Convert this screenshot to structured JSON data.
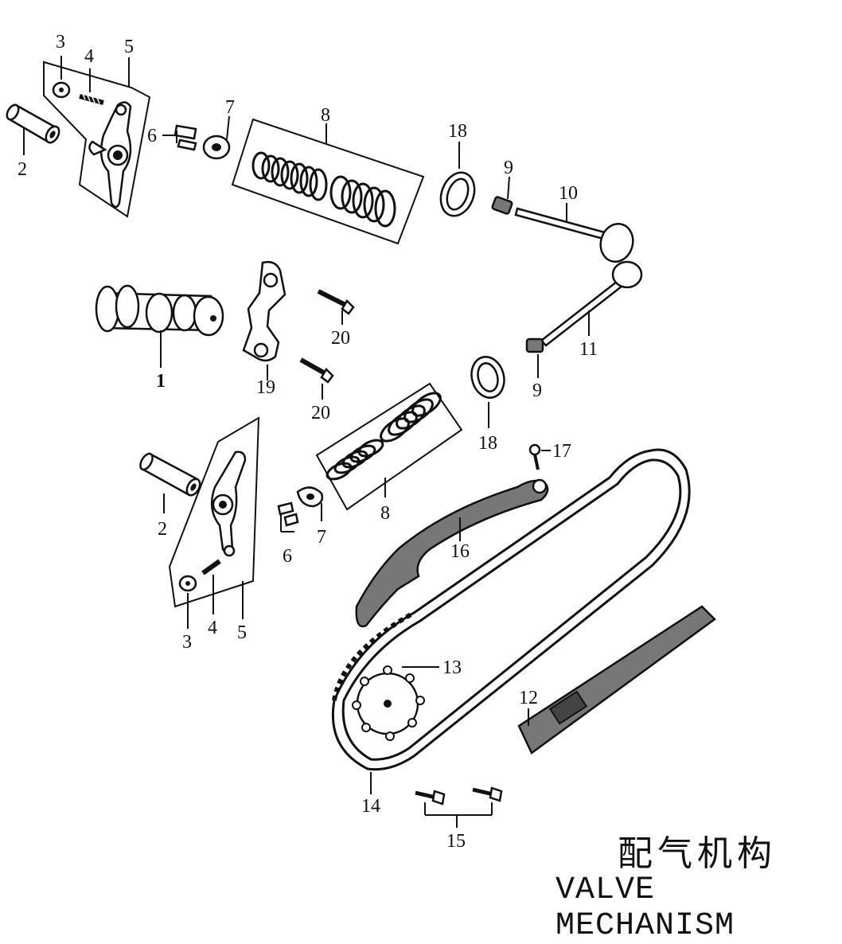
{
  "title": {
    "cn": "配气机构",
    "en": "VALVE MECHANISM"
  },
  "callouts": {
    "l1": "1",
    "l2a": "2",
    "l2b": "2",
    "l3a": "3",
    "l3b": "3",
    "l4a": "4",
    "l4b": "4",
    "l5a": "5",
    "l5b": "5",
    "l6a": "6",
    "l6b": "6",
    "l7a": "7",
    "l7b": "7",
    "l8a": "8",
    "l8b": "8",
    "l9a": "9",
    "l9b": "9",
    "l10": "10",
    "l11": "11",
    "l12": "12",
    "l13": "13",
    "l14": "14",
    "l15": "15",
    "l16": "16",
    "l17": "17",
    "l18a": "18",
    "l18b": "18",
    "l19": "19",
    "l20a": "20",
    "l20b": "20"
  }
}
